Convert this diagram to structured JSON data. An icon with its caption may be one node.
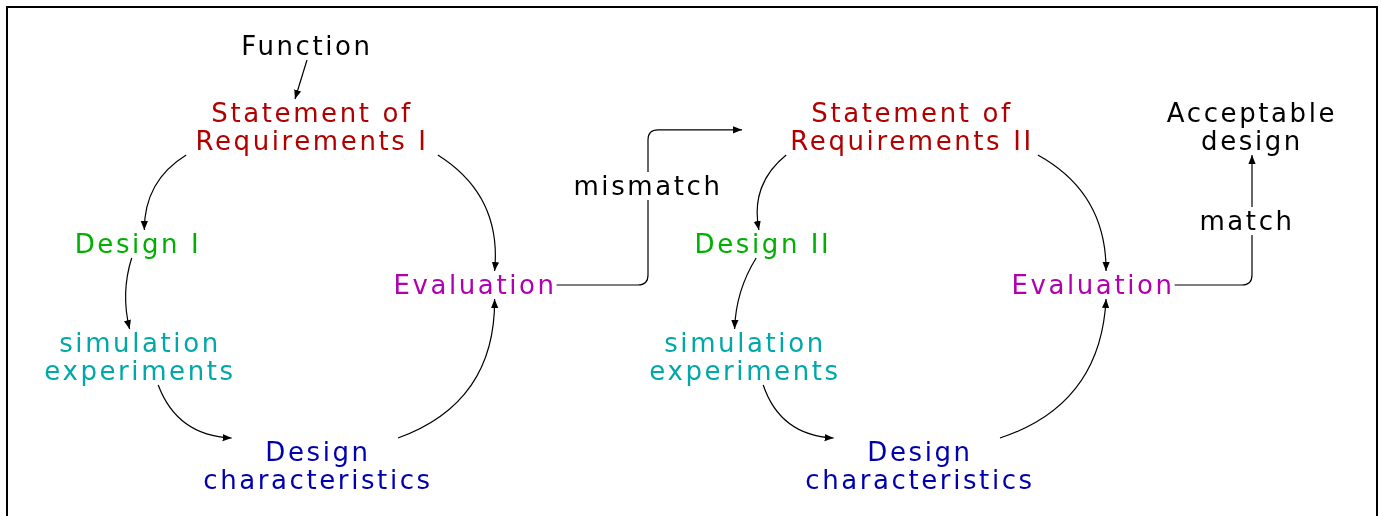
{
  "diagram": {
    "nodes": [
      {
        "text": [
          "Function"
        ]
      },
      {
        "text": [
          "Statement of Requirements I"
        ]
      },
      {
        "text": [
          "Design I"
        ]
      },
      {
        "text": [
          "simulation experiments"
        ]
      },
      {
        "text": [
          "Design characteristics"
        ]
      },
      {
        "text": [
          "Evaluation"
        ]
      },
      {
        "text": [
          "Statement of Requirements II"
        ]
      },
      {
        "text": [
          "Design II"
        ]
      },
      {
        "text": [
          "simulation experiments"
        ]
      },
      {
        "text": [
          "Design characteristics"
        ]
      },
      {
        "text": [
          "Evaluation"
        ]
      },
      {
        "text": [
          "Acceptable design"
        ]
      }
    ],
    "edges": [
      {
        "from": 0,
        "to": 1,
        "arrow": "to"
      },
      {
        "from": 1,
        "to": 2,
        "arrow": "to"
      },
      {
        "from": 2,
        "to": 3,
        "arrow": "to"
      },
      {
        "from": 3,
        "to": 4,
        "arrow": "to"
      },
      {
        "from": 4,
        "to": 5,
        "arrow": "to"
      },
      {
        "from": 1,
        "to": 5,
        "arrow": "to"
      },
      {
        "from": 5,
        "to": 6,
        "arrow": "to",
        "label": "mismatch"
      },
      {
        "from": 6,
        "to": 7,
        "arrow": "to"
      },
      {
        "from": 7,
        "to": 8,
        "arrow": "to"
      },
      {
        "from": 8,
        "to": 9,
        "arrow": "to"
      },
      {
        "from": 9,
        "to": 10,
        "arrow": "to"
      },
      {
        "from": 6,
        "to": 10,
        "arrow": "to"
      },
      {
        "from": 10,
        "to": 11,
        "arrow": "to",
        "label": "match"
      }
    ]
  }
}
